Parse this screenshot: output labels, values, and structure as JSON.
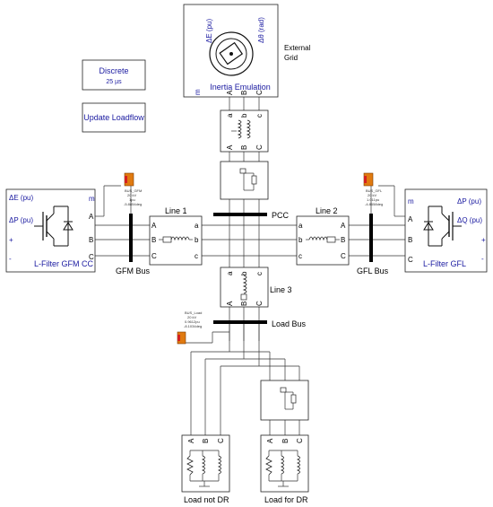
{
  "blocks": {
    "discrete": {
      "label": "Discrete",
      "sample_time": "25 µs"
    },
    "update_loadflow": {
      "label": "Update Loadflow"
    },
    "external_grid": {
      "label_line1": "External",
      "label_line2": "Grid",
      "port_de": "ΔE (pu)",
      "port_dtheta": "Δθ (rad)",
      "port_m": "m",
      "ports": [
        "A",
        "B",
        "C"
      ]
    },
    "inertia_emulation": {
      "label": "Inertia Emulation"
    },
    "gfm": {
      "label": "L-Filter GFM CC",
      "in_ports": [
        "ΔE (pu)",
        "ΔP (pu)"
      ],
      "out_ports": [
        "m",
        "A",
        "B",
        "C"
      ],
      "plus": "+",
      "minus": "-"
    },
    "gfl": {
      "label": "L-Filter GFL",
      "in_ports": [
        "ΔP (pu)",
        "ΔQ (pu)"
      ],
      "out_ports": [
        "m",
        "A",
        "B",
        "C"
      ],
      "plus": "+",
      "minus": "-"
    },
    "line1": {
      "label": "Line 1"
    },
    "line2": {
      "label": "Line 2"
    },
    "line3": {
      "label": "Line 3"
    },
    "load_not_dr": {
      "label": "Load not DR"
    },
    "load_for_dr": {
      "label": "Load for DR"
    }
  },
  "buses": {
    "pcc": "PCC",
    "gfm": "GFM Bus",
    "gfl": "GFL Bus",
    "load": "Load Bus"
  },
  "bus_info": {
    "gfm": [
      "BUS_GFM",
      "20  kV",
      "1pu",
      "-5.8854deg"
    ],
    "gfl": [
      "BUS_GFL",
      "20  kV",
      "1.011pu",
      "-4.8658deg"
    ],
    "load": [
      "BUS_Load",
      "20  kV",
      "0.9612pu",
      "-8.1034deg"
    ]
  },
  "phases": {
    "upper": [
      "A",
      "B",
      "C"
    ],
    "lower": [
      "a",
      "b",
      "c"
    ]
  },
  "colors": {
    "ink": "#000000",
    "port_blue": "#1a1aa0",
    "probe_orange": "#e07a10",
    "probe_red": "#d42020"
  }
}
